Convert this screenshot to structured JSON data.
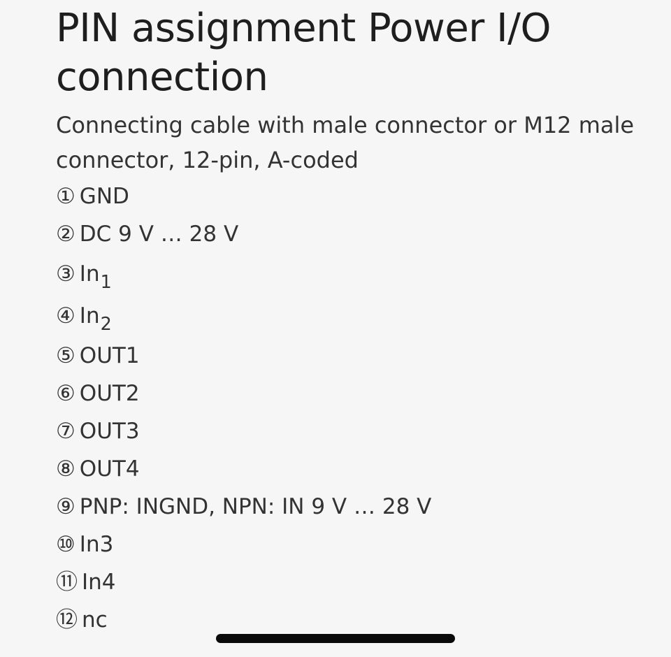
{
  "document": {
    "title": "PIN assignment Power I/O connection",
    "subtitle": "Connecting cable with male connector or M12 male connector, 12-pin, A-coded"
  },
  "pins": [
    {
      "number": "①",
      "label": "GND",
      "sub": ""
    },
    {
      "number": "②",
      "label": "DC 9 V … 28 V",
      "sub": ""
    },
    {
      "number": "③",
      "label": "In",
      "sub": "1"
    },
    {
      "number": "④",
      "label": "In",
      "sub": "2"
    },
    {
      "number": "⑤",
      "label": "OUT1",
      "sub": ""
    },
    {
      "number": "⑥",
      "label": "OUT2",
      "sub": ""
    },
    {
      "number": "⑦",
      "label": "OUT3",
      "sub": ""
    },
    {
      "number": "⑧",
      "label": "OUT4",
      "sub": ""
    },
    {
      "number": "⑨",
      "label": "PNP: INGND, NPN: IN 9 V … 28 V",
      "sub": ""
    },
    {
      "number": "⑩",
      "label": "In3",
      "sub": ""
    },
    {
      "number": "⑪",
      "label": "In4",
      "sub": ""
    },
    {
      "number": "⑫",
      "label": "nc",
      "sub": ""
    }
  ]
}
